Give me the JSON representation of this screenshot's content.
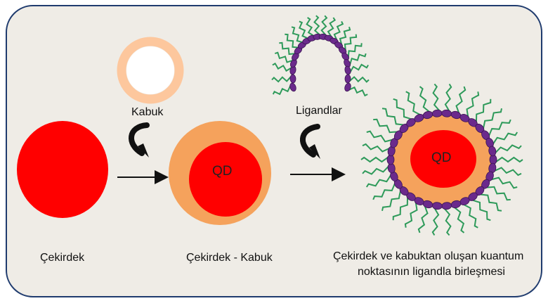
{
  "labels": {
    "shell": "Kabuk",
    "ligands": "Ligandlar",
    "core": "Çekirdek",
    "core_shell": "Çekirdek - Kabuk",
    "final_line1": "Çekirdek ve kabuktan oluşan kuantum",
    "final_line2": "noktasının ligandla birleşmesi",
    "qd": "QD"
  },
  "colors": {
    "panel_bg": "#efece6",
    "panel_border": "#1f3b6e",
    "core_red": "#ff0000",
    "shell_orange": "#f5a25c",
    "shell_light": "#fdc79d",
    "ligand_green": "#2e9a5a",
    "ligand_head_purple": "#6b2a8c"
  }
}
